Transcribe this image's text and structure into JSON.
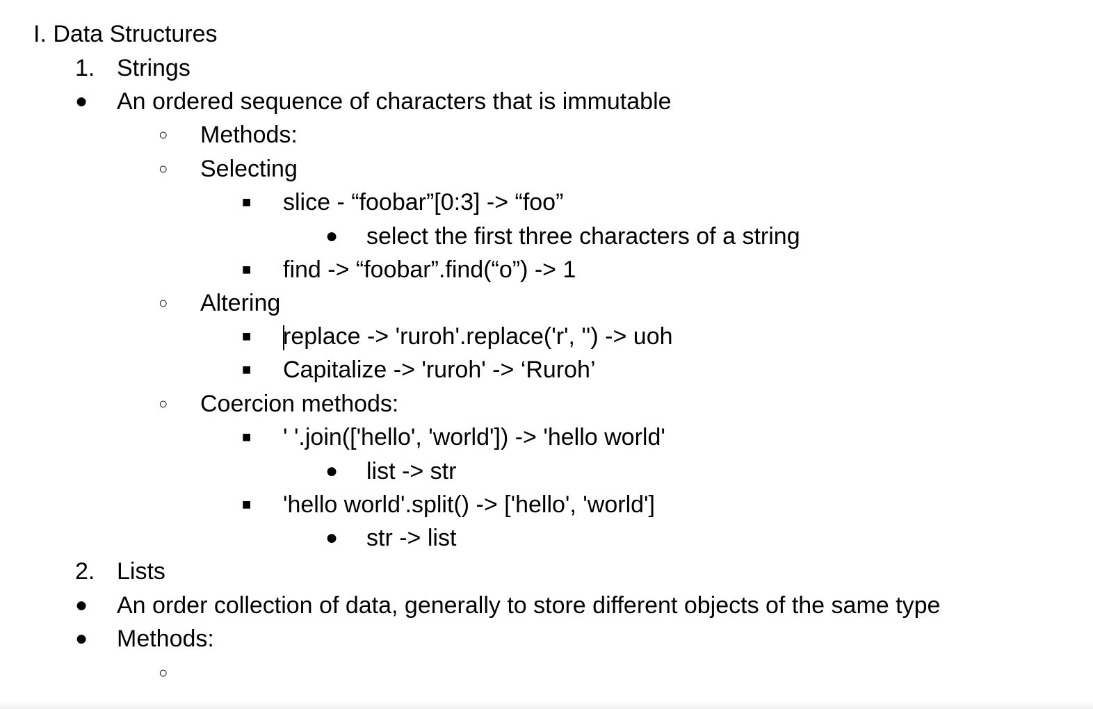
{
  "document": {
    "heading": "I. Data Structures",
    "strings": {
      "number": "1.",
      "title": "Strings",
      "description": "An ordered sequence of characters that is immutable",
      "methods_label": "Methods:",
      "selecting": {
        "label": "Selecting",
        "slice": "slice - “foobar”[0:3] ->  “foo”",
        "slice_note": "select the first three characters of a string",
        "find": "find -> “foobar”.find(“o”) -> 1"
      },
      "altering": {
        "label": "Altering",
        "replace": "replace -> 'ruroh'.replace('r', '') -> uoh",
        "capitalize": "Capitalize -> 'ruroh' -> ‘Ruroh’"
      },
      "coercion": {
        "label": "Coercion methods:",
        "join": "' '.join(['hello', 'world']) -> 'hello world'",
        "join_note": "list -> str",
        "split": "'hello world'.split() -> ['hello', 'world']",
        "split_note": "str -> list"
      }
    },
    "lists": {
      "number": "2.",
      "title": "Lists",
      "description": "An order collection of data, generally to store different objects of the same type",
      "methods_label": "Methods:",
      "empty_item": ""
    },
    "markers": {
      "disc": "●",
      "circle": "○",
      "square": "■"
    }
  }
}
